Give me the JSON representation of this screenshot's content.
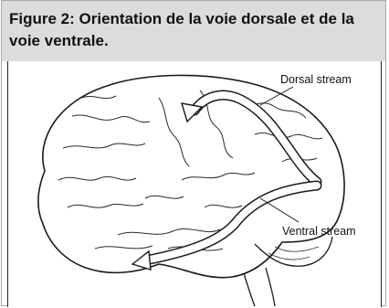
{
  "figure": {
    "caption": "Figure 2: Orientation de la voie dorsale et de la voie ventrale.",
    "labels": {
      "dorsal": "Dorsal stream",
      "ventral": "Ventral stream"
    }
  }
}
